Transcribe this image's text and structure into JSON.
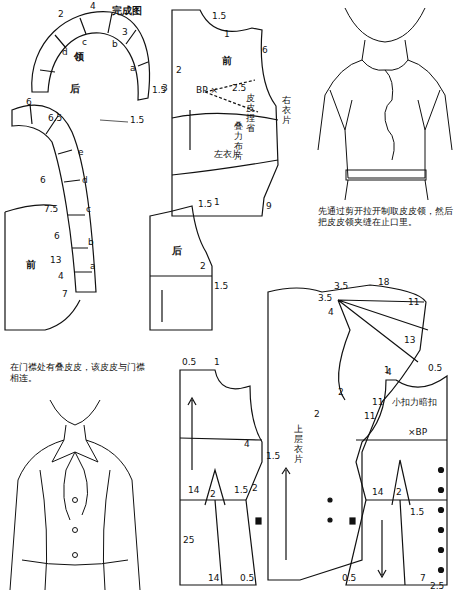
{
  "diagram": {
    "labels": [
      "完成图",
      "2",
      "4",
      "3",
      "d",
      "c",
      "b",
      "a",
      "1.5",
      "领",
      "后",
      "6",
      "6.5",
      "1.5",
      "e",
      "d",
      "c",
      "b",
      "a",
      "6",
      "7.5",
      "6",
      "13",
      "4",
      "7",
      "前",
      "1.5",
      "1",
      "后",
      "2",
      "1.5",
      "1.5",
      "1",
      "6",
      "2",
      "3",
      "前",
      "BP ×",
      "2.5",
      "皮皮捏省",
      "叠力布片",
      "右衣片",
      "左衣片",
      "9",
      "先通过剪开拉开制取皮皮领，然后把皮皮领夹缝在止口里。",
      "在门襟处有叠皮皮，该皮皮与门襟相连。",
      "3.5",
      "3.5",
      "18",
      "4",
      "11",
      "13",
      "4",
      "2",
      "2",
      "上层衣片",
      "11",
      "0.5",
      "1",
      "4",
      "1.5",
      "14",
      "2",
      "1.5",
      "25",
      "14",
      "0.5",
      "2",
      "0.5",
      "1",
      "11",
      "小扣力暗扣",
      "×BP",
      "2",
      "1.5",
      "14",
      "0.5",
      "7",
      "2.5"
    ]
  }
}
